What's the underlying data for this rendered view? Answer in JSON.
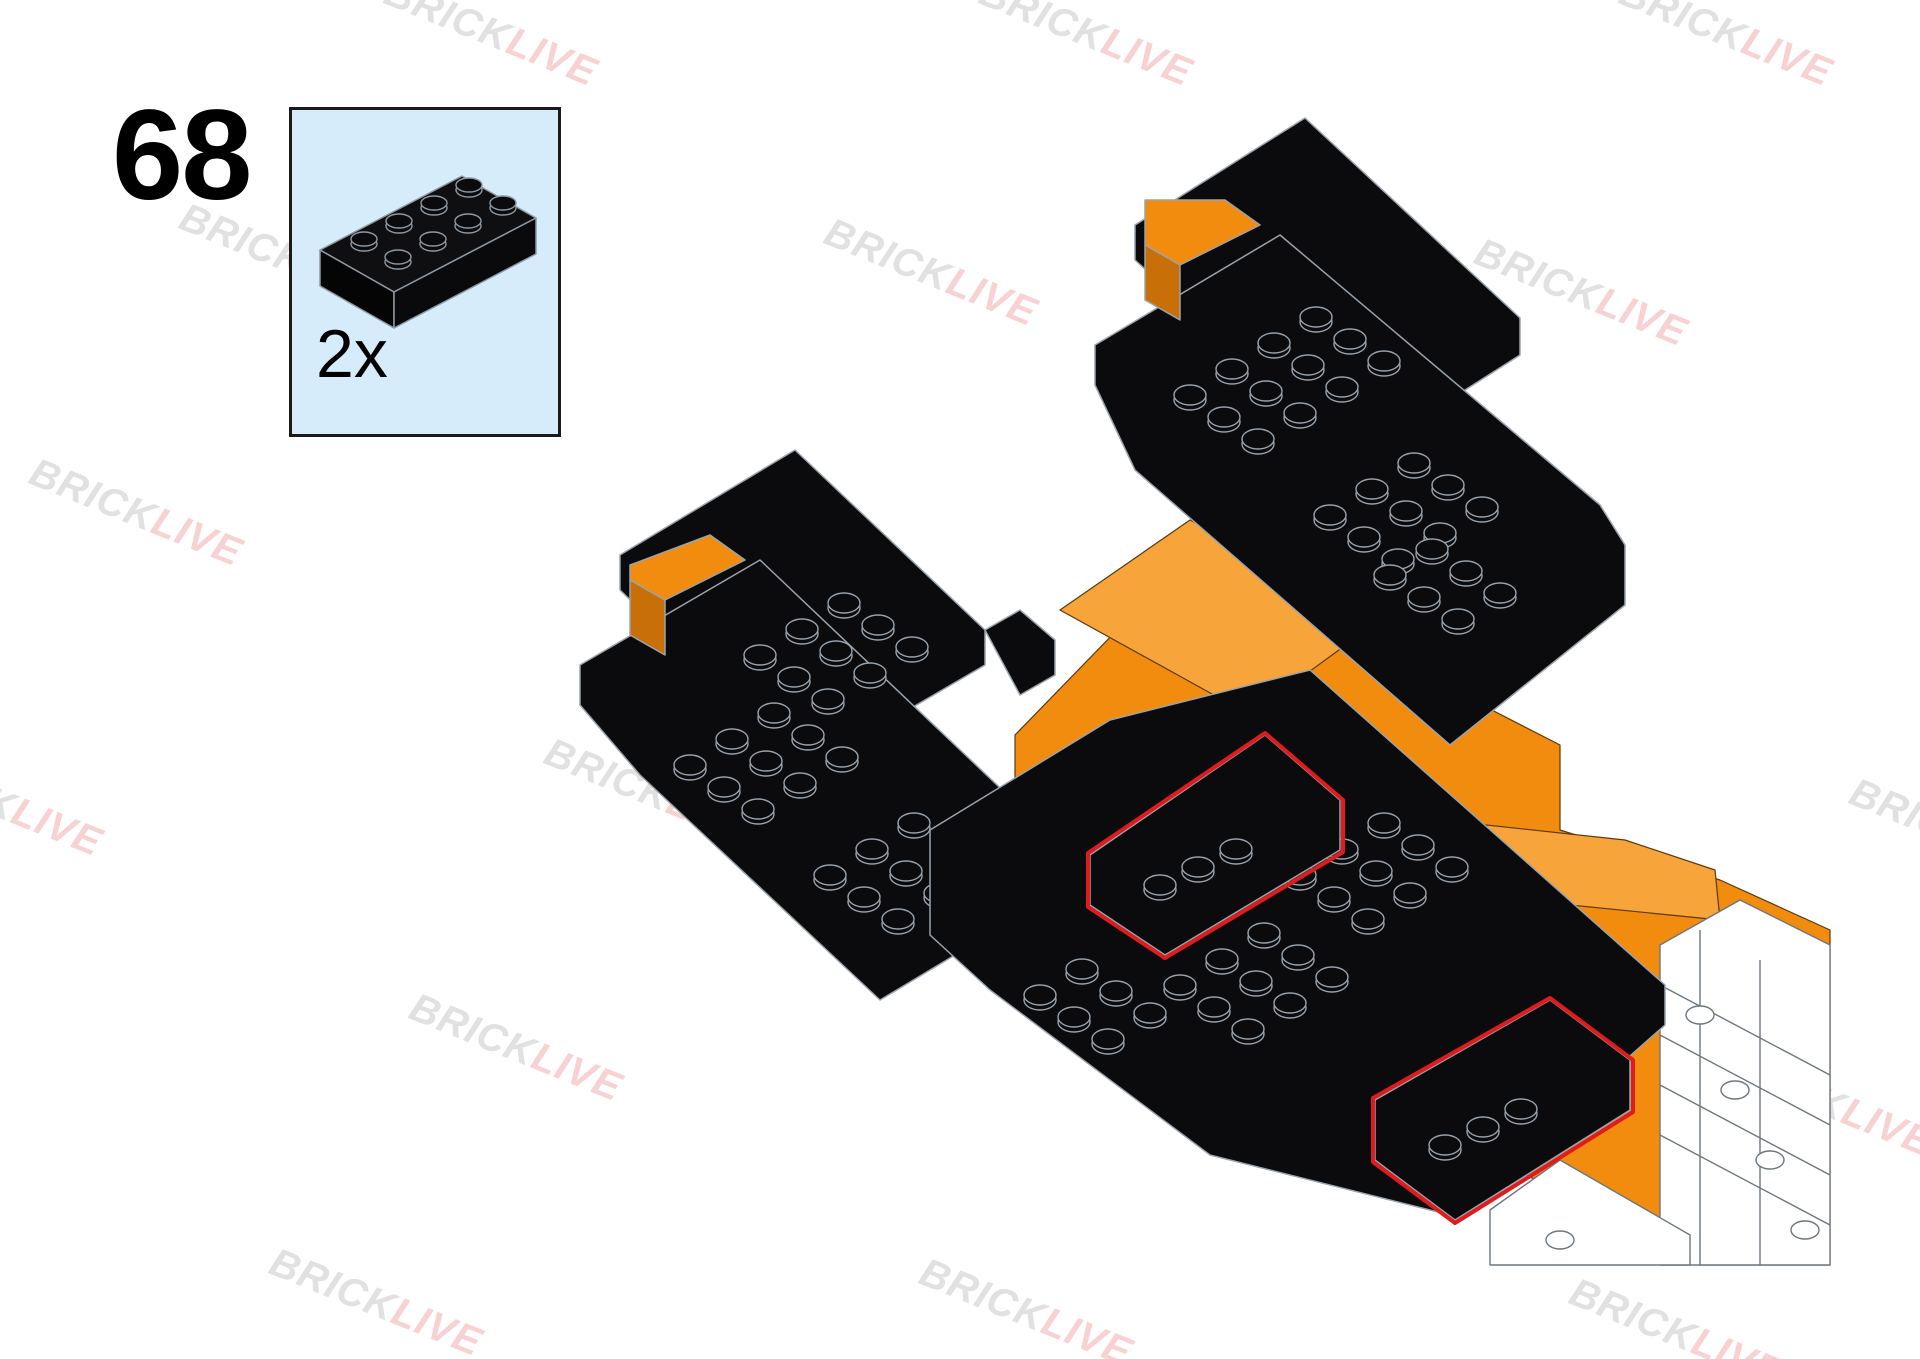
{
  "step": {
    "number": "68"
  },
  "parts_callout": {
    "quantity": "2x",
    "part": {
      "icon": "black-2x4-brick-icon",
      "color": "#111111"
    },
    "background_color": "#d6ecfb"
  },
  "watermark": {
    "part_a": "BRICK",
    "part_b": "LIVE"
  },
  "colors": {
    "black_brick": "#0b0b0d",
    "brick_edge": "#9aa3ad",
    "orange_brick": "#f28c0f",
    "white_brick": "#ffffff",
    "highlight": "#e01b1b"
  }
}
